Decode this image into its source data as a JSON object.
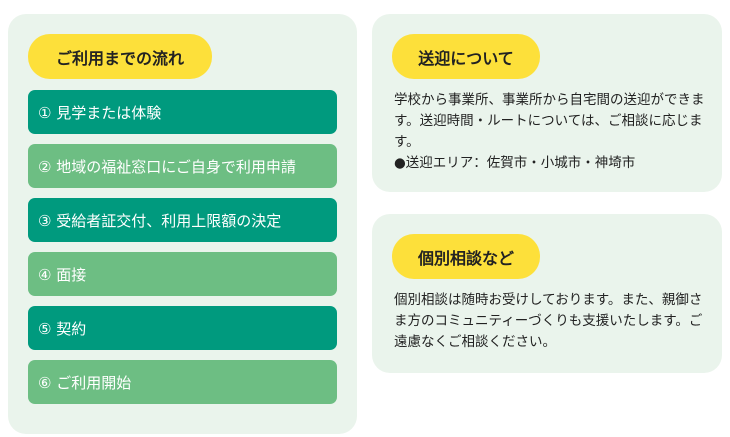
{
  "flow": {
    "title": "ご利用までの流れ",
    "steps": [
      "① 見学または体験",
      "② 地域の福祉窓口にご自身で利用申請",
      "③ 受給者証交付、利用上限額の決定",
      "④ 面接",
      "⑤ 契約",
      "⑥ ご利用開始"
    ]
  },
  "transport": {
    "title": "送迎について",
    "body": "学校から事業所、事業所から自宅間の送迎ができます。送迎時間・ルートについては、ご相談に応じます。",
    "area": "●送迎エリア：佐賀市・小城市・神埼市"
  },
  "consult": {
    "title": "個別相談など",
    "body": "個別相談は随時お受けしております。また、親御さま方のコミュニティーづくりも支援いたします。ご遠慮なくご相談ください。"
  },
  "colors": {
    "panel": "#eaf4ec",
    "dark": "#009a7e",
    "light": "#6dbe83",
    "accent": "#fde03a"
  }
}
